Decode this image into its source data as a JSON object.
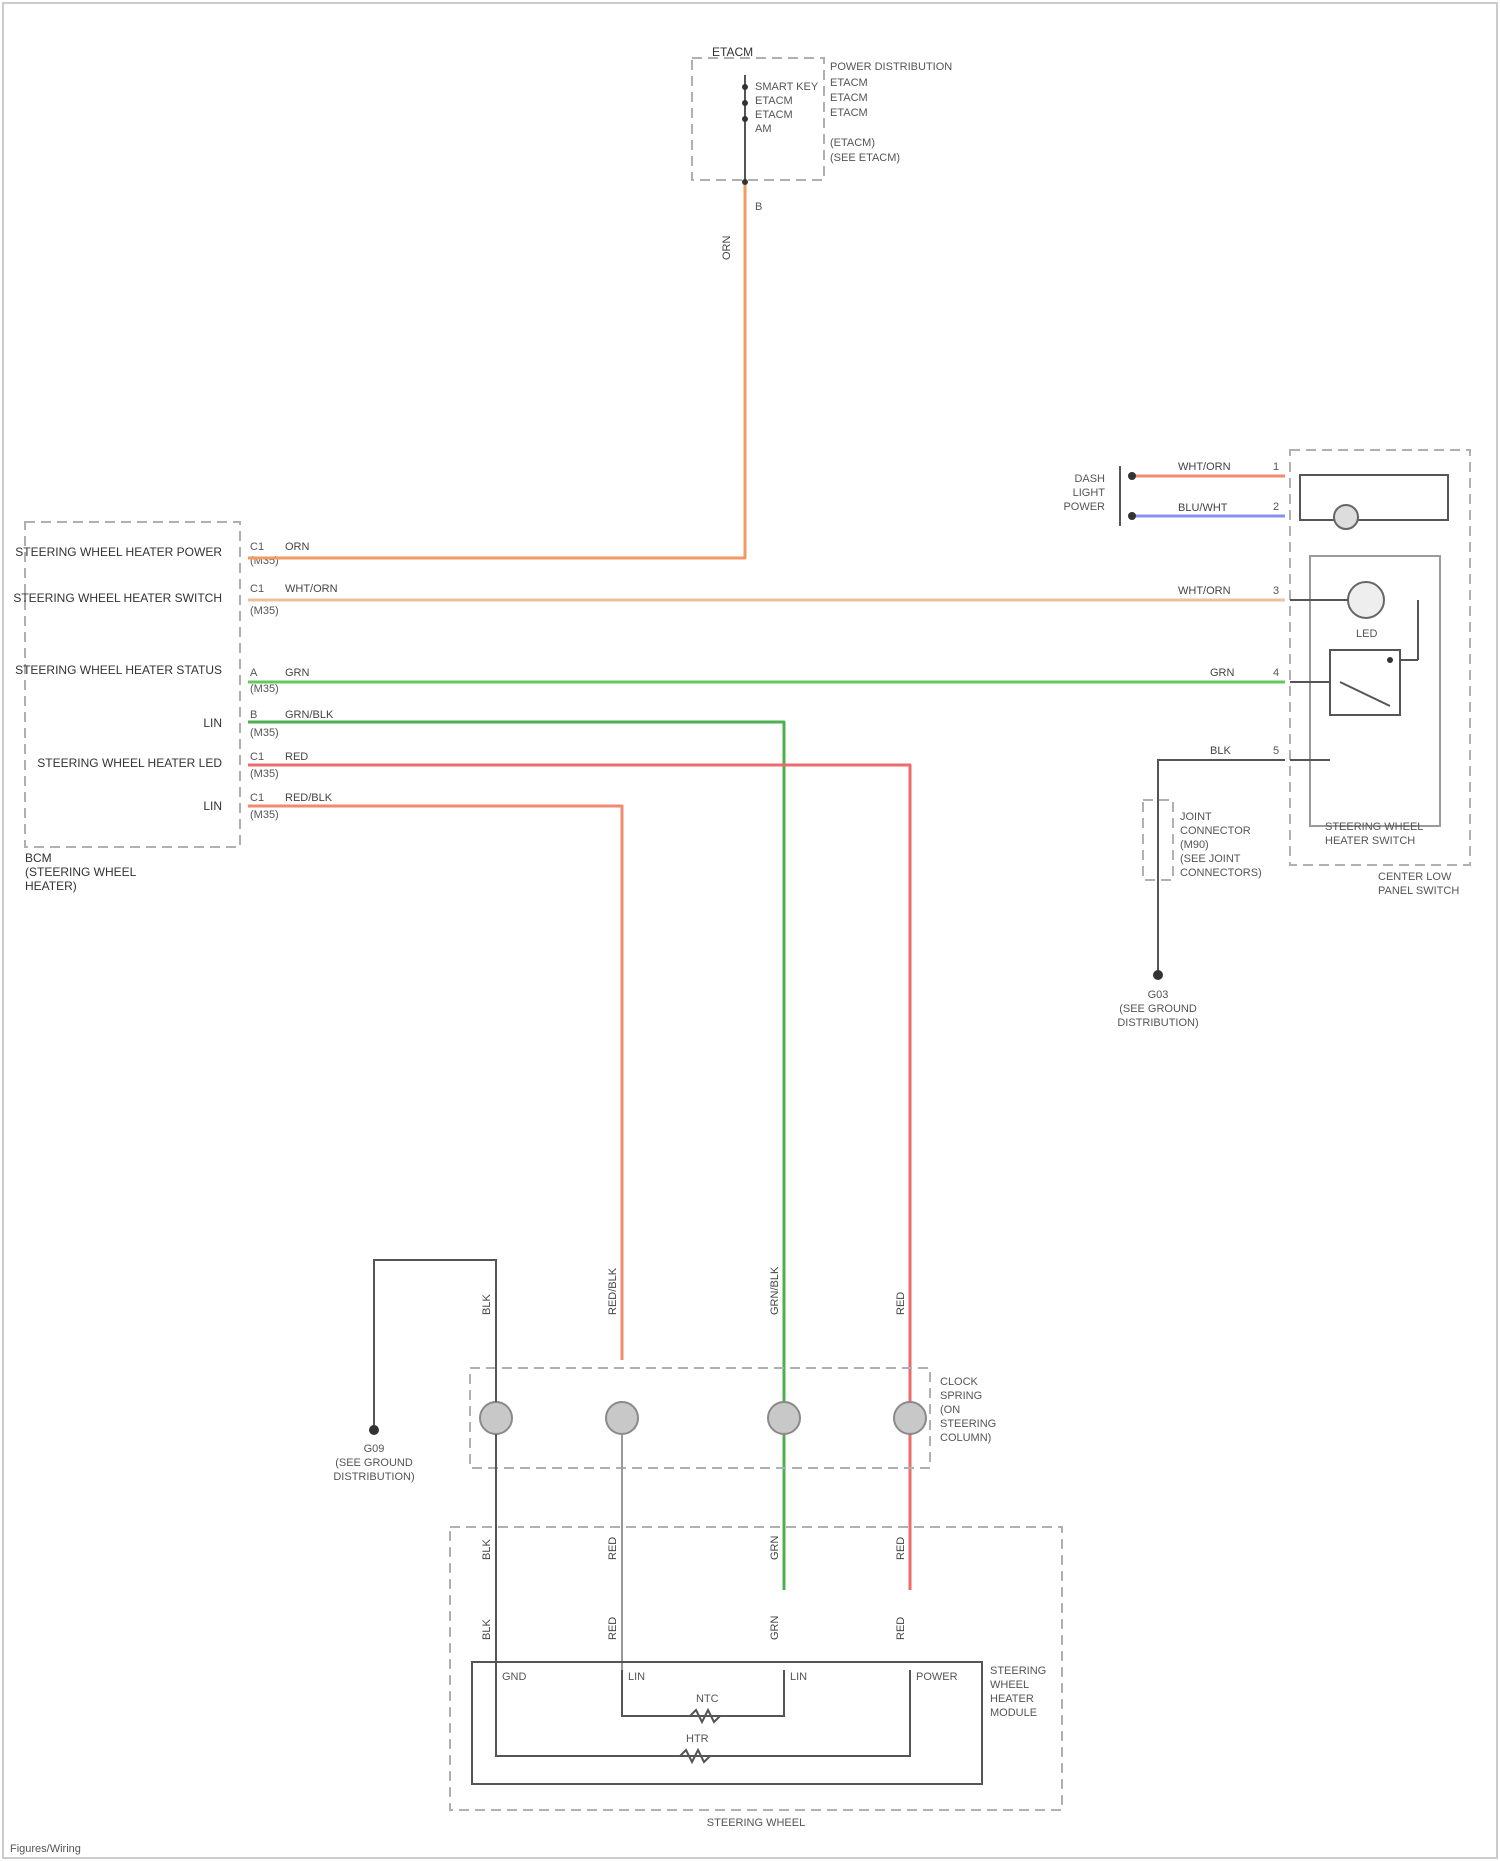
{
  "meta": {
    "footer": "Figures/Wiring"
  },
  "colors": {
    "orange": "#f29a5f",
    "tan": "#e9c29c",
    "green": "#62c95a",
    "green_thin": "#4caf50",
    "red": "#ee6b6b",
    "salmon": "#f08a70",
    "blue": "#8a8ef0",
    "gray": "#555555"
  },
  "power_source": {
    "header": "ETACM",
    "lines": [
      "SMART KEY",
      "ETACM",
      "ETACM",
      "AM"
    ],
    "notes": [
      "POWER DISTRIBUTION",
      "ETACM",
      "ETACM",
      "ETACM",
      "(ETACM)",
      "(SEE ETACM)"
    ],
    "pin": "B",
    "wire": "ORN"
  },
  "bcm": {
    "labels": [
      "STEERING WHEEL HEATER POWER",
      "STEERING WHEEL HEATER SWITCH",
      "STEERING WHEEL HEATER STATUS",
      "LIN",
      "STEERING WHEEL HEATER LED",
      "LIN"
    ],
    "pins": [
      "C1",
      "C1",
      "A",
      "B",
      "C1",
      "C1"
    ],
    "wires": [
      "ORN",
      "WHT/ORN",
      "GRN",
      "GRN/BLK",
      "RED",
      "RED/BLK"
    ],
    "connectors": [
      "(M35)",
      "(M35)",
      "(M35)",
      "(M35)",
      "(M35)",
      "(M35)"
    ],
    "caption": [
      "BCM",
      "(STEERING WHEEL",
      "HEATER)"
    ]
  },
  "switch": {
    "dash": [
      "DASH",
      "LIGHT",
      "POWER"
    ],
    "wire_top": "WHT/ORN",
    "wire_blue": "BLU/WHT",
    "pin_labels": [
      "1",
      "2",
      "3",
      "4",
      "5"
    ],
    "wire_heater": "WHT/ORN",
    "wire_status": "GRN",
    "wire_ground": "BLK",
    "led": "LED",
    "inner_caption": [
      "STEERING WHEEL",
      "HEATER SWITCH"
    ],
    "outer_caption": [
      "CENTER LOW",
      "PANEL SWITCH"
    ],
    "joint": [
      "JOINT",
      "CONNECTOR",
      "(M90)",
      "(SEE JOINT",
      "CONNECTORS)"
    ],
    "ground": [
      "G03",
      "(SEE GROUND",
      "DISTRIBUTION)"
    ]
  },
  "clock_spring": {
    "caption": [
      "CLOCK",
      "SPRING",
      "(ON",
      "STEERING",
      "COLUMN)"
    ],
    "wires_top": [
      "BLK",
      "RED/BLK",
      "GRN/BLK",
      "RED"
    ],
    "wires_bottom": [
      "BLK",
      "RED",
      "GRN",
      "RED"
    ],
    "ground": [
      "G09",
      "(SEE GROUND",
      "DISTRIBUTION)"
    ]
  },
  "steering": {
    "wires": [
      "BLK",
      "RED",
      "GRN",
      "RED"
    ],
    "terminals": [
      "GND",
      "LIN",
      "LIN",
      "POWER"
    ],
    "ntc": "NTC",
    "heater": "HTR",
    "caption": [
      "STEERING",
      "WHEEL",
      "HEATER",
      "MODULE"
    ],
    "frame_caption": "STEERING WHEEL"
  }
}
